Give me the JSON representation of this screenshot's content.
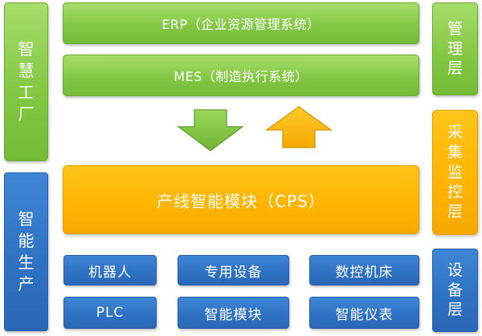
{
  "left_labels": {
    "smart_factory": "智慧工厂",
    "smart_production": "智能生产"
  },
  "right_labels": {
    "management_layer": "管理层",
    "acquisition_monitoring_layer": "采集监控层",
    "device_layer": "设备层"
  },
  "center": {
    "erp": "ERP（企业资源管理系统）",
    "mes": "MES（制造执行系统）",
    "cps": "产线智能模块（CPS）"
  },
  "devices": {
    "row1": [
      "机器人",
      "专用设备",
      "数控机床"
    ],
    "row2": [
      "PLC",
      "智能模块",
      "智能仪表"
    ]
  },
  "colors": {
    "green": "#84c845",
    "blue": "#2f72c4",
    "orange": "#ffb300"
  },
  "arrows": [
    "arrow-down-icon",
    "arrow-up-icon"
  ]
}
